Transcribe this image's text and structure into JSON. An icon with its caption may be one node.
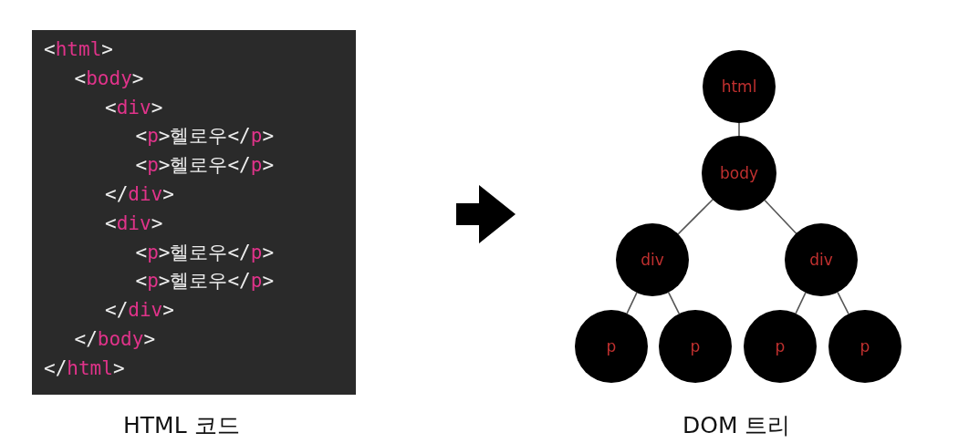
{
  "diagram": {
    "nodes": [
      {
        "text": [
          "<html>",
          "<body>",
          "<div>",
          "<p>헬로우</p>",
          "<p>헬로우</p>",
          "</div>",
          "<div>",
          "<p>헬로우</p>",
          "<p>헬로우</p>",
          "</div>",
          "</body>",
          "</html>"
        ],
        "beside": [
          "HTML 코드"
        ]
      },
      {
        "text": [
          "html"
        ]
      },
      {
        "text": [
          "body"
        ]
      },
      {
        "text": [
          "div"
        ]
      },
      {
        "text": [
          "div"
        ]
      },
      {
        "text": [
          "p"
        ]
      },
      {
        "text": [
          "p"
        ]
      },
      {
        "text": [
          "p"
        ]
      },
      {
        "text": [
          "p"
        ]
      }
    ],
    "edges": [
      {
        "from": 1,
        "to": 2,
        "arrow": "none"
      },
      {
        "from": 2,
        "to": 3,
        "arrow": "none"
      },
      {
        "from": 2,
        "to": 4,
        "arrow": "none"
      },
      {
        "from": 3,
        "to": 5,
        "arrow": "none"
      },
      {
        "from": 3,
        "to": 6,
        "arrow": "none"
      },
      {
        "from": 4,
        "to": 7,
        "arrow": "none"
      },
      {
        "from": 4,
        "to": 8,
        "arrow": "none"
      }
    ],
    "labels": [
      "DOM 트리"
    ]
  }
}
